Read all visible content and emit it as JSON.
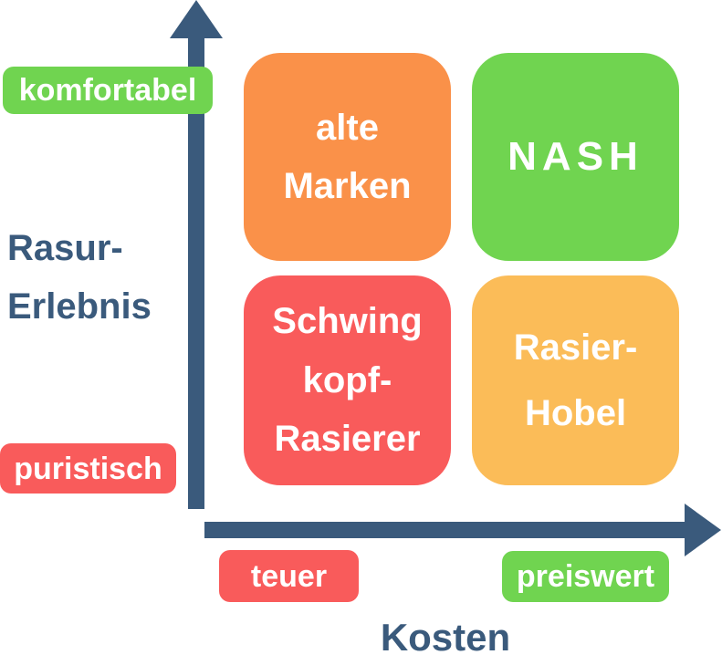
{
  "colors": {
    "axis": "#3A5A7C",
    "green": "#70D450",
    "red": "#F95B5B",
    "orange": "#FA9149",
    "yellow": "#FBBC58",
    "badge_text": "#FFFFFF",
    "background": "#FFFFFF"
  },
  "y_axis": {
    "title_line1": "Rasur-",
    "title_line2": "Erlebnis",
    "max_label": "komfortabel",
    "min_label": "puristisch"
  },
  "x_axis": {
    "title": "Kosten",
    "min_label": "teuer",
    "max_label": "preiswert"
  },
  "quadrants": {
    "top_left": {
      "color": "#FA9149",
      "lines": [
        "alte",
        "Marken"
      ]
    },
    "top_right": {
      "color": "#70D450",
      "lines": [
        "NASH"
      ]
    },
    "bottom_left": {
      "color": "#F95B5B",
      "lines": [
        "Schwing",
        "kopf-",
        "Rasierer"
      ]
    },
    "bottom_right": {
      "color": "#FBBC58",
      "lines": [
        "Rasier-",
        "Hobel"
      ]
    }
  }
}
